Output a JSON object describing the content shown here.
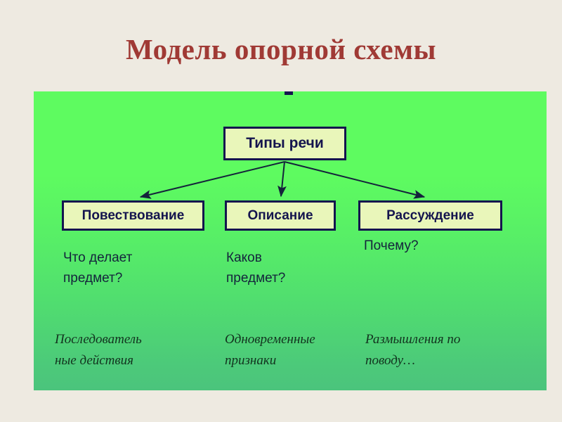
{
  "slide": {
    "title": "Модель опорной схемы",
    "title_color": "#A03A35",
    "panel_gradient_top": "#5EFB60",
    "panel_gradient_bottom": "#4BC47C",
    "background_color": "#EEEAE1"
  },
  "diagram": {
    "type": "tree",
    "node_fill": "#E9F6BA",
    "node_border": "#14144E",
    "root": {
      "label": "Типы речи"
    },
    "branches": [
      {
        "label": "Повествование",
        "question": "Что делает\nпредмет?",
        "descriptor": "Последователь\nные действия"
      },
      {
        "label": "Описание",
        "question": "Каков\nпредмет?",
        "descriptor": "Одновременные\nпризнаки"
      },
      {
        "label": "Рассуждение",
        "question": "Почему?",
        "descriptor": "Размышления по\nповоду…"
      }
    ]
  }
}
